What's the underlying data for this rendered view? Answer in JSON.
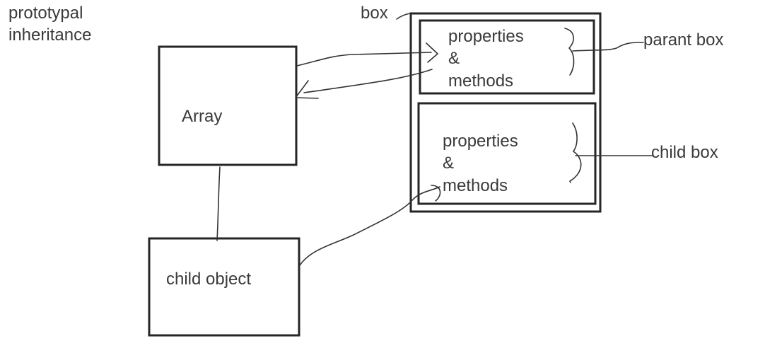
{
  "title": {
    "line1": "prototypal",
    "line2": "inheritance"
  },
  "array_box": {
    "label": "Array"
  },
  "child_object_box": {
    "label": "child object"
  },
  "outer_box": {
    "label": "box"
  },
  "parent_box": {
    "line1": "properties",
    "line2": "&",
    "line3": "methods",
    "annotation": "parant box"
  },
  "child_box": {
    "line1": "properties",
    "line2": "&",
    "line3": "methods",
    "annotation": "child box"
  },
  "colors": {
    "ink": "#262626",
    "text": "#3a3a3a",
    "background": "#ffffff"
  }
}
